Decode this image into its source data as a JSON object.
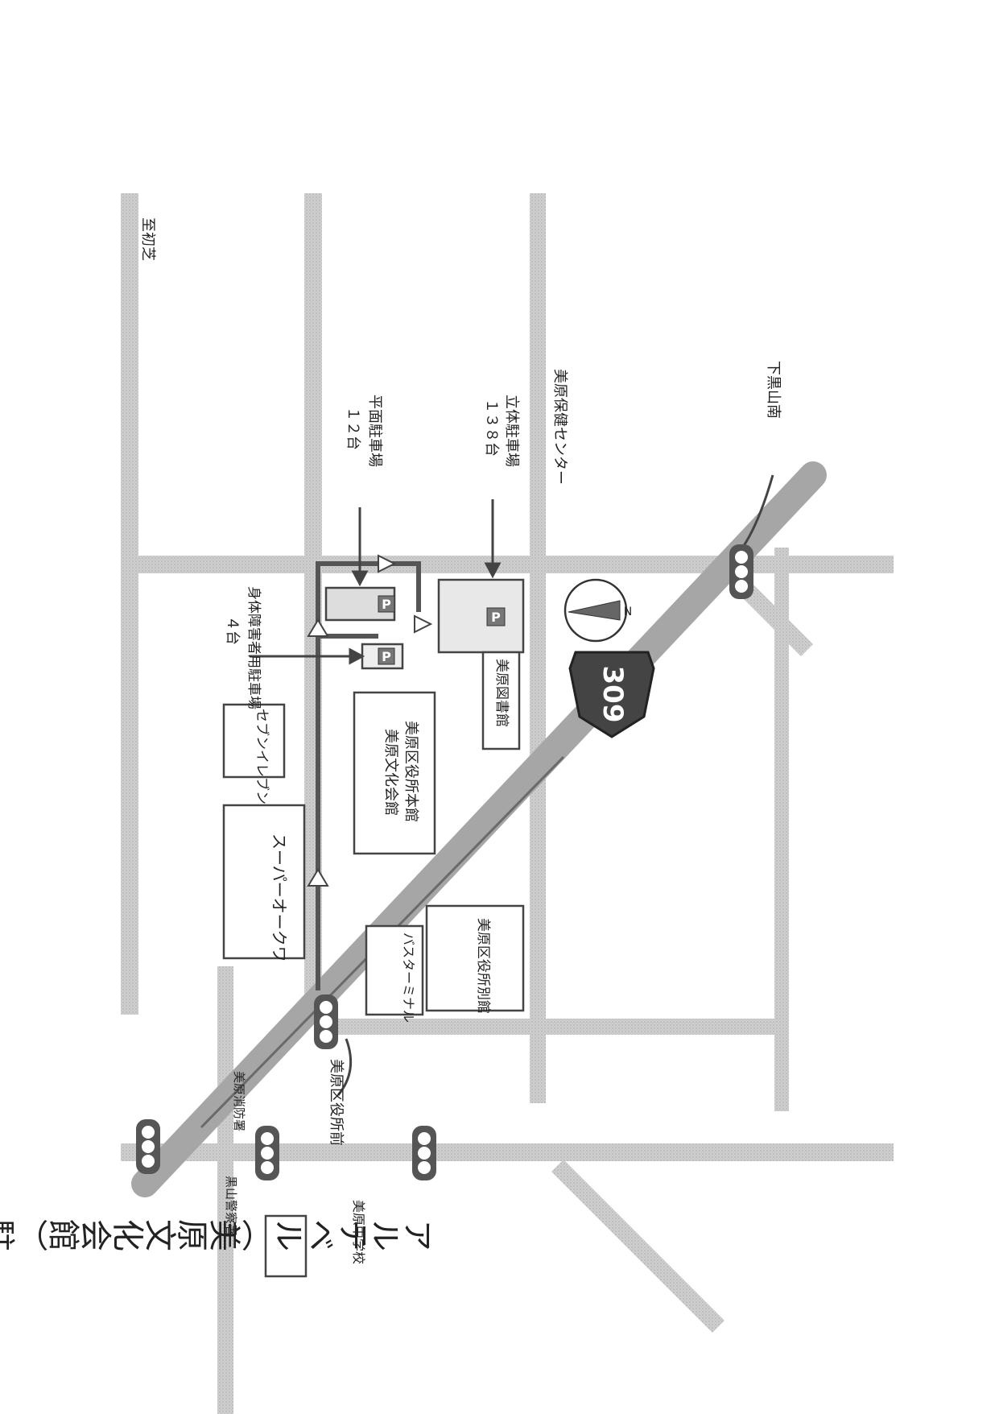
{
  "title": "アルテベル（美原文化会館）駐車場のご案内",
  "road_number": "309",
  "labels": {
    "to_hatsushiba": "至初芝",
    "shimokuroyama_minami": "下黒山南",
    "health_center": "美原保健センター",
    "multi_level_parking_name": "立体駐車場",
    "multi_level_parking_count": "１３８台",
    "flat_parking_name": "平面駐車場",
    "flat_parking_count": "１２台",
    "disabled_parking_name": "身体障害者用駐車場",
    "disabled_parking_count": "４台",
    "library": "美原図書館",
    "ward_office_main": "美原区役所本館",
    "culture_hall": "美原文化会館",
    "seven_eleven": "セブンイレブン",
    "super_okuwa": "スーパーオークワ",
    "ward_office_annex": "美原区役所別館",
    "bus_terminal": "バスターミナル",
    "ward_office_mae": "美原区役所前",
    "fire_station": "美原消防署",
    "police_station": "黒山警察署",
    "junior_high": "美原中学校",
    "parking_mark": "P",
    "north_mark": "N"
  },
  "colors": {
    "road": "#c9c9c9",
    "highway": "#a6a6a6",
    "route_line": "#555555",
    "outline": "#444444"
  }
}
